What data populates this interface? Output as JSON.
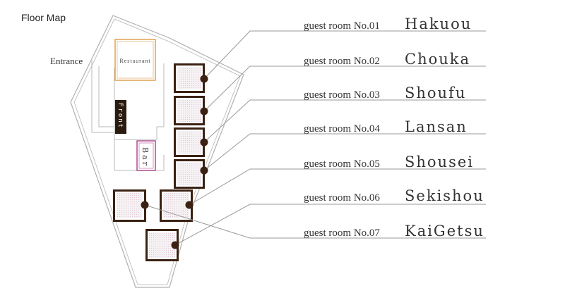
{
  "title": "Floor Map",
  "areas": {
    "entrance": "Entrance",
    "restaurant": "Restaurant",
    "front": "Front",
    "bar": "Bar"
  },
  "rooms": [
    {
      "label": "guest room No.01",
      "name": "Hakuou"
    },
    {
      "label": "guest room No.02",
      "name": "Chouka"
    },
    {
      "label": "guest room No.03",
      "name": "Shoufu"
    },
    {
      "label": "guest room No.04",
      "name": "Lansan"
    },
    {
      "label": "guest room No.05",
      "name": "Shousei"
    },
    {
      "label": "guest room No.06",
      "name": "Sekishou"
    },
    {
      "label": "guest room No.07",
      "name": "KaiGetsu"
    }
  ],
  "colors": {
    "room_border": "#3a2112",
    "room_fill": "#f3eef2",
    "restaurant_border": "#e0a050",
    "bar_border": "#a03080",
    "front_fill": "#2a1a10",
    "outline": "#aaaaaa",
    "leader": "#999999"
  }
}
